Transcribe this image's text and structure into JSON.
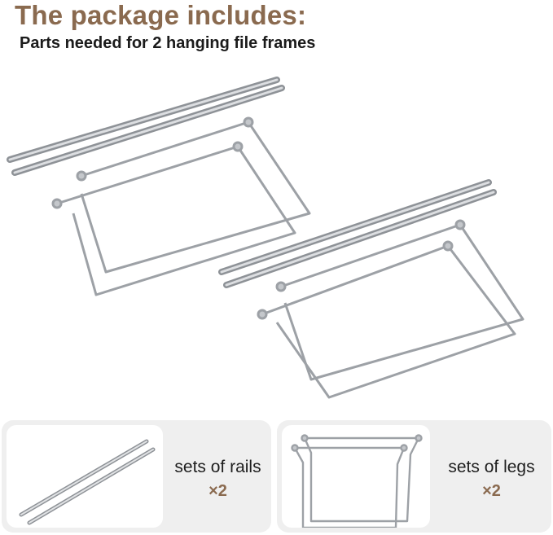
{
  "header": {
    "title": "The package includes:",
    "subtitle": "Parts needed for 2 hanging file frames"
  },
  "cards": {
    "rails": {
      "label": "sets of rails",
      "quantity": "×2"
    },
    "legs": {
      "label": "sets of legs",
      "quantity": "×2"
    }
  },
  "colors": {
    "title": "#8a6a4f",
    "card_bg": "#efefef",
    "metal": "#a9adb2"
  },
  "icons": {
    "main": "hanging-file-frame-kit-illustration",
    "rails": "rails-icon",
    "legs": "legs-icon"
  }
}
